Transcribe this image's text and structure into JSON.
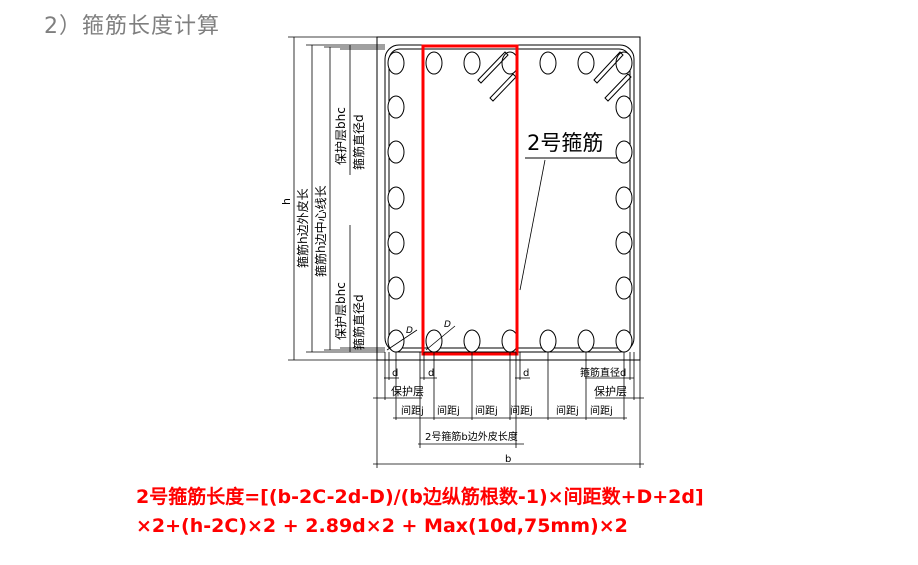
{
  "heading": "2）箍筋长度计算",
  "diagram": {
    "callout_label": "2号箍筋",
    "left_dims": {
      "h": "h",
      "outer_length": "箍筋h边外皮长",
      "center_length": "箍筋h边中心线长",
      "cover_top": "保护层bhc",
      "dia_top": "箍筋直径d",
      "cover_bottom": "保护层bhc",
      "dia_bottom": "箍筋直径d"
    },
    "bar_label_D": "D",
    "bottom_dims": {
      "d1": "d",
      "d2": "d",
      "d3": "d",
      "stirrup_dia": "箍筋直径d",
      "cover_left": "保护层",
      "cover_right": "保护层",
      "spacings": [
        "间距j",
        "间距j",
        "间距j",
        "间距j",
        "间距j",
        "间距j"
      ],
      "stirrup2_outer": "2号箍筋b边外皮长度",
      "b": "b"
    },
    "highlight_color": "#ff0000"
  },
  "formula": {
    "line1": "2号箍筋长度=[(b-2C-2d-D)/(b边纵筋根数-1)×间距数+D+2d]",
    "line2": "×2+(h-2C)×2 + 2.89d×2 + Max(10d,75mm)×2",
    "color": "#ff0000"
  }
}
